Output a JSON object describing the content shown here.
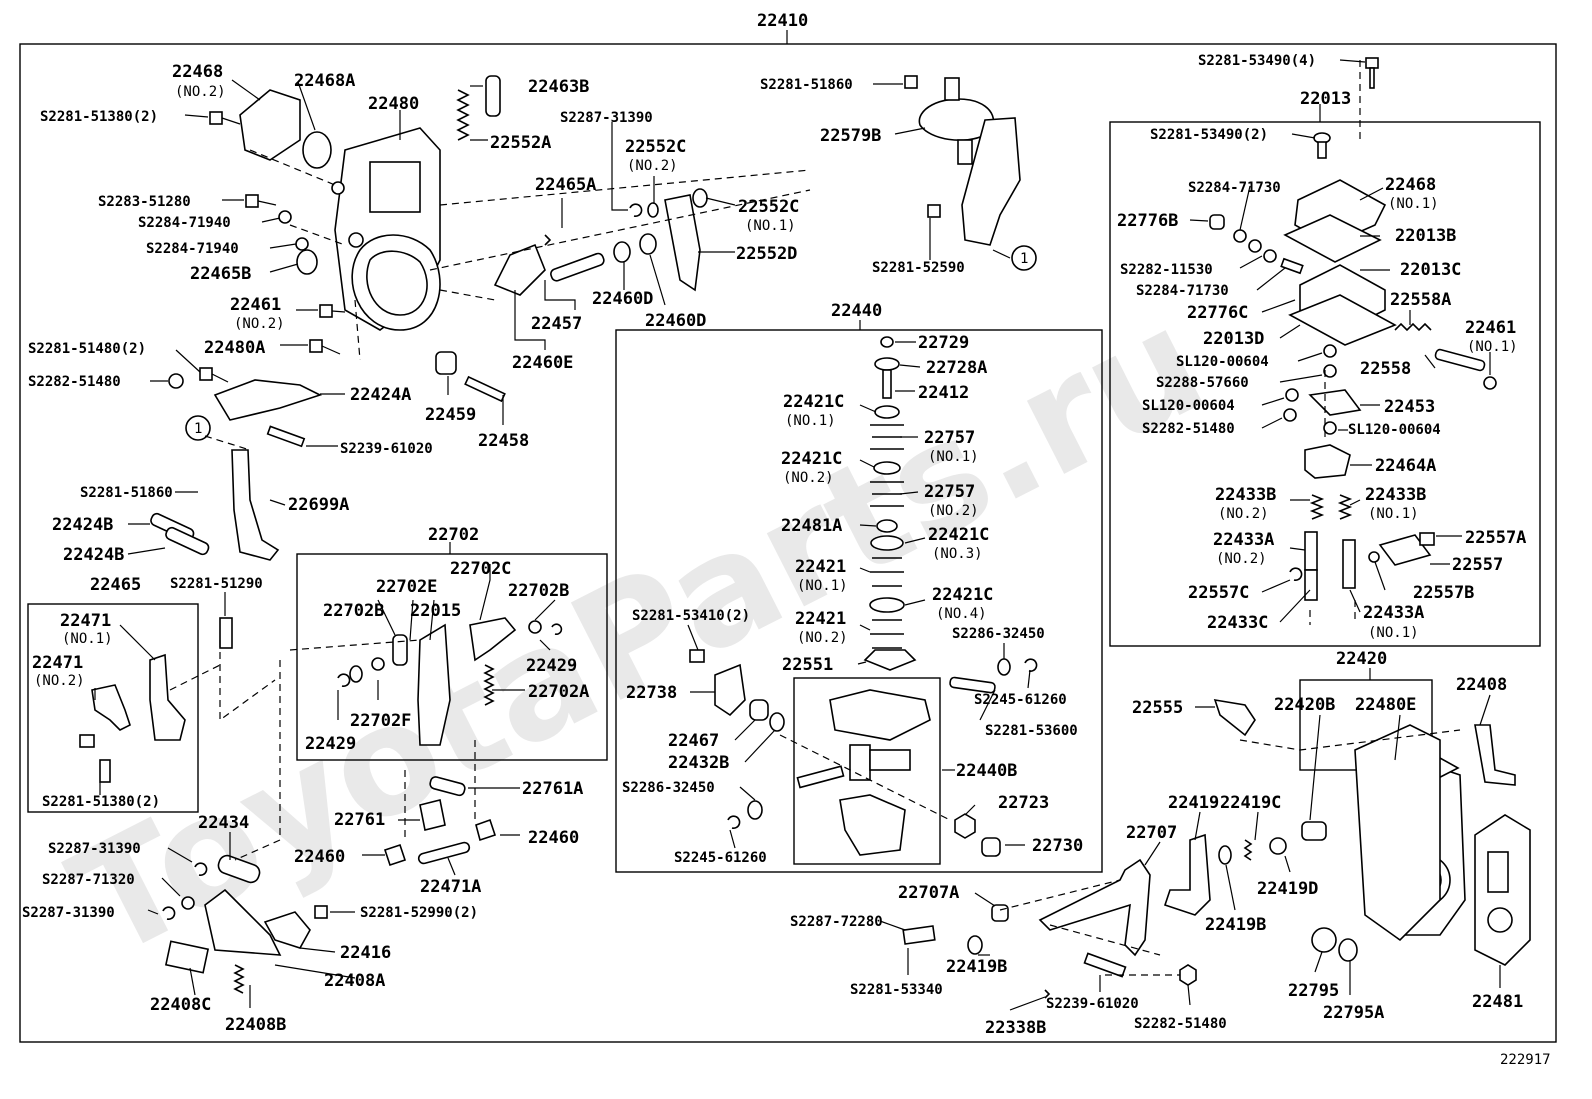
{
  "diagram": {
    "assembly_number": "22410",
    "watermark": "ToyotaParts.ru",
    "figure_code": "222917",
    "labels": {
      "l22410": "22410",
      "l22468_no2": "22468",
      "l22468_no2_note": "(NO.2)",
      "l22468A": "22468A",
      "l22480": "22480",
      "l22463B": "22463B",
      "l22552A": "22552A",
      "lS2281_51380": "S2281-51380(2)",
      "lS2283_51280": "S2283-51280",
      "lS2284_71940a": "S2284-71940",
      "lS2284_71940b": "S2284-71940",
      "l22465B": "22465B",
      "l22461_no2": "22461",
      "l22461_no2_note": "(NO.2)",
      "lS2281_51480": "S2281-51480(2)",
      "l22480A": "22480A",
      "lS2282_51480a": "S2282-51480",
      "l22424A": "22424A",
      "lS2239_61020a": "S2239-61020",
      "l22459": "22459",
      "l22458": "22458",
      "lS2287_31390a": "S2287-31390",
      "l22552C_no2": "22552C",
      "l22552C_no2_note": "(NO.2)",
      "l22465A": "22465A",
      "l22552C_no1": "22552C",
      "l22552C_no1_note": "(NO.1)",
      "l22552D": "22552D",
      "l22460D_a": "22460D",
      "l22460D_b": "22460D",
      "l22457": "22457",
      "l22460E": "22460E",
      "lS2281_51860a": "S2281-51860",
      "l22579B": "22579B",
      "lS2281_52590": "S2281-52590",
      "circle1a": "1",
      "circle1b": "1",
      "lS2281_51860b": "S2281-51860",
      "l22699A": "22699A",
      "l22424B_a": "22424B",
      "l22424B_b": "22424B",
      "l22465": "22465",
      "lS2281_51290": "S2281-51290",
      "l22471_no1": "22471",
      "l22471_no1_note": "(NO.1)",
      "l22471_no2": "22471",
      "l22471_no2_note": "(NO.2)",
      "lS2281_51380b": "S2281-51380(2)",
      "l22702": "22702",
      "l22702C": "22702C",
      "l22702E_a": "22702E",
      "l22702B_a": "22702B",
      "l22015": "22015",
      "l22702B_b": "22702B",
      "l22429_a": "22429",
      "l22702A": "22702A",
      "l22702F": "22702F",
      "l22429_b": "22429",
      "l22761A": "22761A",
      "l22761": "22761",
      "l22460": "22460",
      "l22460b": "22460",
      "l22471A": "22471A",
      "l22434": "22434",
      "lS2287_31390b": "S2287-31390",
      "lS2287_71320": "S2287-71320",
      "lS2287_31390c": "S2287-31390",
      "lS2281_52990": "S2281-52990(2)",
      "l22416": "22416",
      "l22408A": "22408A",
      "l22408C": "22408C",
      "l22408B": "22408B",
      "l22440": "22440",
      "l22729": "22729",
      "l22728A": "22728A",
      "l22412": "22412",
      "l22421C_no1": "22421C",
      "l22421C_no1_note": "(NO.1)",
      "l22757_no1": "22757",
      "l22757_no1_note": "(NO.1)",
      "l22421C_no2": "22421C",
      "l22421C_no2_note": "(NO.2)",
      "l22757_no2": "22757",
      "l22757_no2_note": "(NO.2)",
      "l22481A": "22481A",
      "l22421C_no3": "22421C",
      "l22421C_no3_note": "(NO.3)",
      "l22421_no1": "22421",
      "l22421_no1_note": "(NO.1)",
      "l22421C_no4": "22421C",
      "l22421C_no4_note": "(NO.4)",
      "l22421_no2": "22421",
      "l22421_no2_note": "(NO.2)",
      "lS2281_53410": "S2281-53410(2)",
      "lS2286_32450a": "S2286-32450",
      "l22551": "22551",
      "l22738": "22738",
      "lS2245_61260a": "S2245-61260",
      "lS2281_53600": "S2281-53600",
      "l22467": "22467",
      "l22432B": "22432B",
      "l22440B": "22440B",
      "lS2286_32450b": "S2286-32450",
      "l22723": "22723",
      "lS2245_61260b": "S2245-61260",
      "l22730": "22730",
      "lS2281_53490_4": "S2281-53490(4)",
      "l22013": "22013",
      "lS2281_53490_2": "S2281-53490(2)",
      "lS2284_71730a": "S2284-71730",
      "l22468_no1": "22468",
      "l22468_no1_note": "(NO.1)",
      "l22776B": "22776B",
      "l22013B": "22013B",
      "lS2282_11530": "S2282-11530",
      "l22013C": "22013C",
      "lS2284_71730b": "S2284-71730",
      "l22558A": "22558A",
      "l22776C": "22776C",
      "l22461_no1": "22461",
      "l22461_no1_note": "(NO.1)",
      "l22013D": "22013D",
      "lSL120_00604a": "SL120-00604",
      "l22558": "22558",
      "lS2288_57660": "S2288-57660",
      "lSL120_00604b": "SL120-00604",
      "l22453": "22453",
      "lS2282_51480b": "S2282-51480",
      "lSL120_00604c": "SL120-00604",
      "l22464A": "22464A",
      "l22433B_no2": "22433B",
      "l22433B_no2_note": "(NO.2)",
      "l22433B_no1": "22433B",
      "l22433B_no1_note": "(NO.1)",
      "l22557A": "22557A",
      "l22433A_no2": "22433A",
      "l22433A_no2_note": "(NO.2)",
      "l22557": "22557",
      "l22557C": "22557C",
      "l22557B": "22557B",
      "l22433C": "22433C",
      "l22433A_no1": "22433A",
      "l22433A_no1_note": "(NO.1)",
      "l22420": "22420",
      "l22408": "22408",
      "l22555": "22555",
      "l22420B": "22420B",
      "l22480E": "22480E",
      "l22419C": "22419C",
      "l22419": "22419",
      "l22707": "22707",
      "l22419D": "22419D",
      "l22707A": "22707A",
      "l22419B_a": "22419B",
      "lS2287_72280": "S2287-72280",
      "l22419B_b": "22419B",
      "lS2281_53340": "S2281-53340",
      "lS2239_61020b": "S2239-61020",
      "lS2282_51480c": "S2282-51480",
      "l22338B": "22338B",
      "l22795": "22795",
      "l22795A": "22795A",
      "l22481": "22481"
    }
  }
}
